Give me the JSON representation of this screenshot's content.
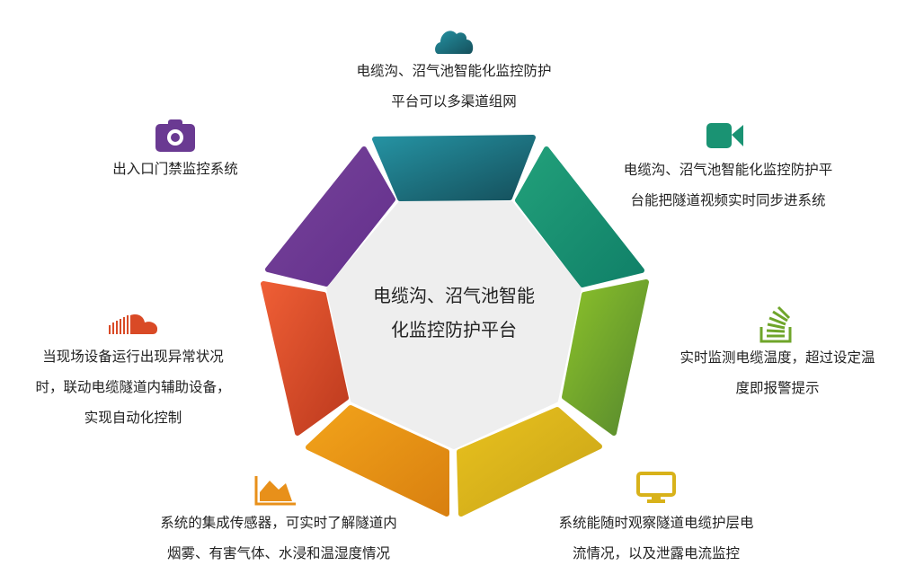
{
  "center_title": {
    "line1": "电缆沟、沼气池智能",
    "line2": "化监控防护平台"
  },
  "segments": [
    {
      "id": "top",
      "icon": "cloud-icon",
      "color": "#1f7c8c",
      "lines": [
        "电缆沟、沼气池智能化监控防护",
        "平台可以多渠道组网"
      ]
    },
    {
      "id": "top-right",
      "icon": "video-camera-icon",
      "color": "#1a9373",
      "lines": [
        "电缆沟、沼气池智能化监控防护平",
        "台能把隧道视频实时同步进系统"
      ]
    },
    {
      "id": "right",
      "icon": "stack-icon",
      "color": "#6fa52a",
      "lines": [
        "实时监测电缆温度，超过设定温",
        "度即报警提示"
      ]
    },
    {
      "id": "bottom-right",
      "icon": "monitor-icon",
      "color": "#d8b21a",
      "lines": [
        "系统能随时观察隧道电缆护层电",
        "流情况，以及泄露电流监控"
      ]
    },
    {
      "id": "bottom-left",
      "icon": "area-chart-icon",
      "color": "#e8901a",
      "lines": [
        "系统的集成传感器，可实时了解隧道内",
        "烟雾、有害气体、水浸和温湿度情况"
      ]
    },
    {
      "id": "left",
      "icon": "soundcloud-icon",
      "color": "#d94a26",
      "lines": [
        "当现场设备运行出现异常状况",
        "时，联动电缆隧道内辅助设备，",
        "实现自动化控制"
      ]
    },
    {
      "id": "top-left",
      "icon": "camera-icon",
      "color": "#6a3a92",
      "lines": [
        "出入口门禁监控系统"
      ]
    }
  ]
}
